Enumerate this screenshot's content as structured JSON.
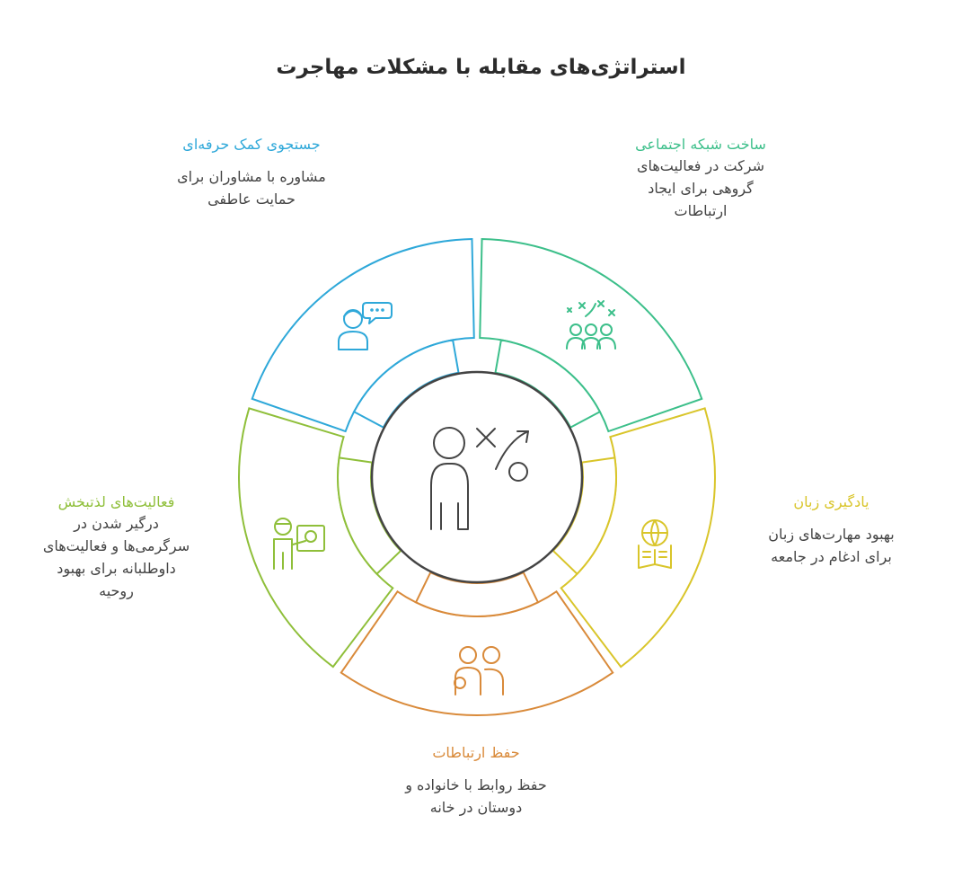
{
  "title": "استراتژی‌های مقابله با مشکلات مهاجرت",
  "colors": {
    "social": "#3cbf8a",
    "language": "#d9c52a",
    "family": "#d98a3a",
    "leisure": "#8fbf3a",
    "counsel": "#2ea8d9",
    "center": "#444444"
  },
  "sections": {
    "social": {
      "title": "ساخت شبکه اجتماعی",
      "desc": [
        "شرکت در فعالیت‌های",
        "گروهی برای ایجاد",
        "ارتباطات"
      ],
      "icon": "group-celebration-icon"
    },
    "language": {
      "title": "یادگیری زبان",
      "desc": [
        "بهبود مهارت‌های زبان",
        "برای ادغام در جامعه"
      ],
      "icon": "globe-book-icon"
    },
    "family": {
      "title": "حفظ ارتباطات",
      "desc": [
        "حفظ روابط با خانواده و",
        "دوستان در خانه"
      ],
      "icon": "people-pair-icon"
    },
    "leisure": {
      "title": "فعالیت‌های لذتبخش",
      "desc": [
        "درگیر شدن در",
        "سرگرمی‌ها و فعالیت‌های",
        "داوطلبانه برای بهبود",
        "روحیه"
      ],
      "icon": "painter-easel-icon"
    },
    "counsel": {
      "title": "جستجوی کمک حرفه‌ای",
      "desc": [
        "مشاوره با مشاوران برای",
        "حمایت عاطفی"
      ],
      "icon": "counselor-chat-icon"
    }
  },
  "center_icon": "person-strategy-icon"
}
